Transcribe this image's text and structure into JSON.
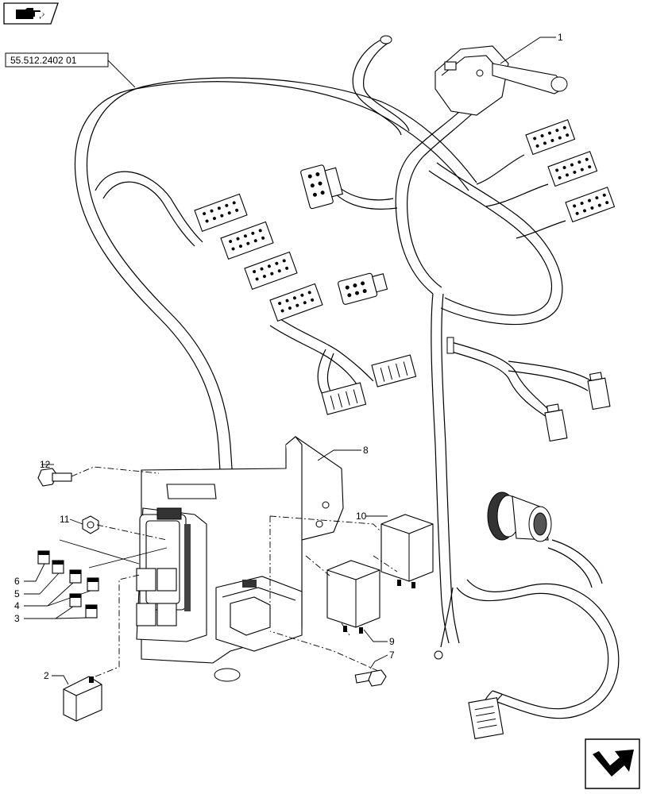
{
  "nav": {
    "top_icon": "folder-arrow-icon",
    "bottom_icon": "next-page-arrow-icon"
  },
  "diagram": {
    "reference_label": "55.512.2402 01",
    "callouts": [
      {
        "id": "1",
        "label": "1"
      },
      {
        "id": "2",
        "label": "2"
      },
      {
        "id": "3",
        "label": "3"
      },
      {
        "id": "4",
        "label": "4"
      },
      {
        "id": "5",
        "label": "5"
      },
      {
        "id": "6",
        "label": "6"
      },
      {
        "id": "7",
        "label": "7"
      },
      {
        "id": "8",
        "label": "8"
      },
      {
        "id": "9",
        "label": "9"
      },
      {
        "id": "10",
        "label": "10"
      },
      {
        "id": "11",
        "label": "11"
      },
      {
        "id": "12",
        "label": "12"
      }
    ]
  }
}
